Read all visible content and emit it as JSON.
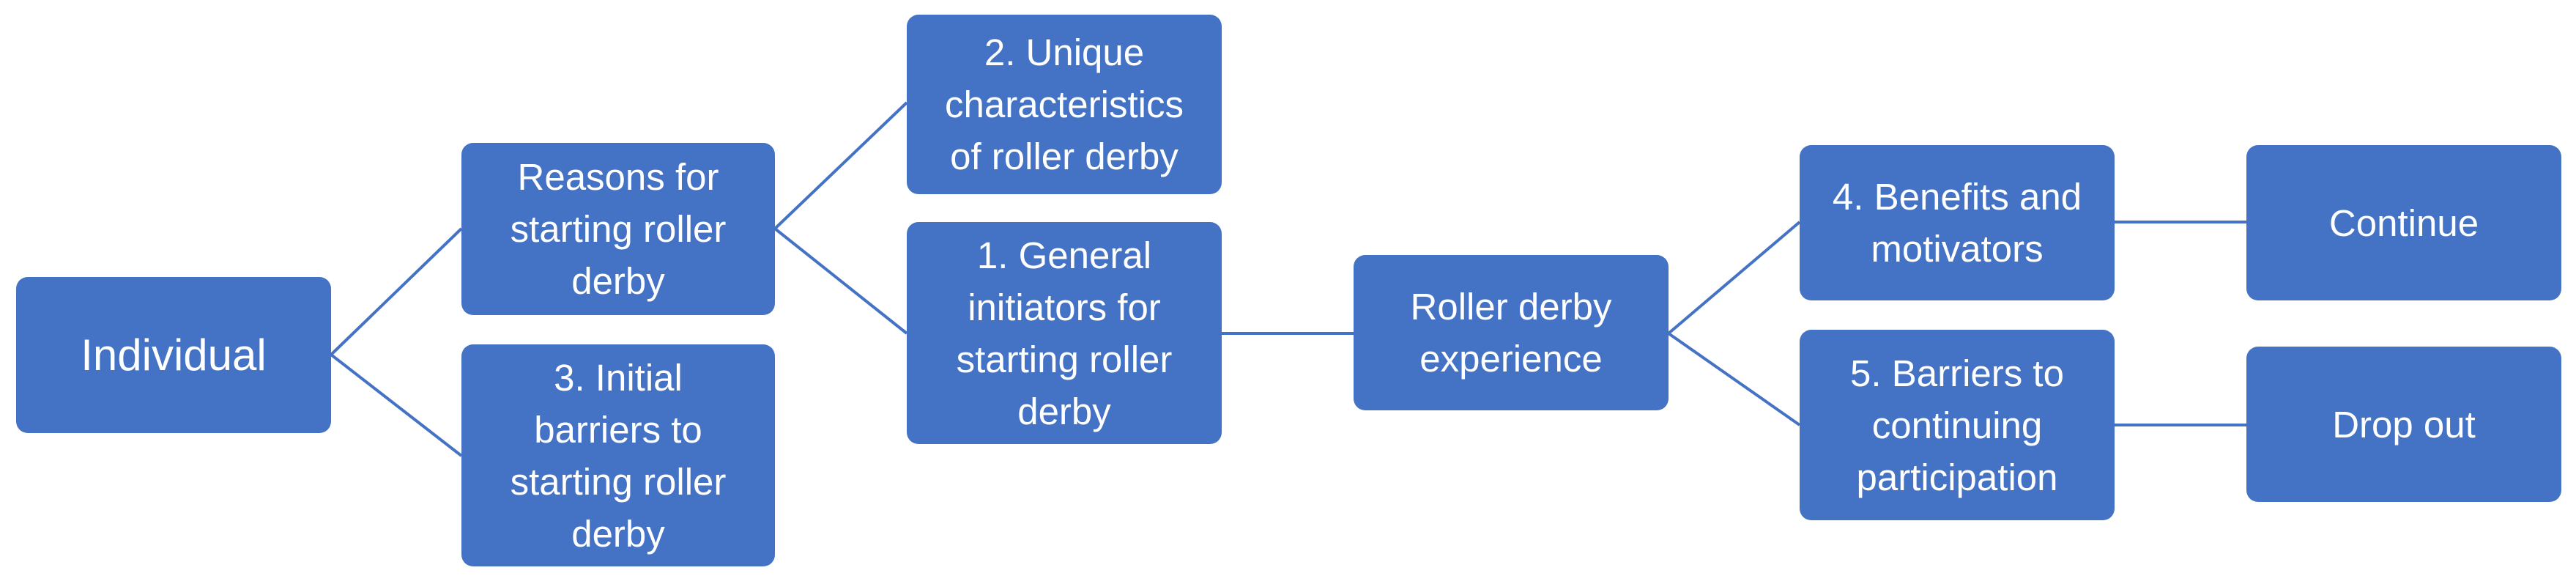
{
  "diagram": {
    "colors": {
      "node_fill": "#4472c4",
      "node_text": "#ffffff",
      "connector": "#4472c4",
      "background": "#ffffff"
    },
    "nodes": {
      "individual": "Individual",
      "reasons": "Reasons for\nstarting roller\nderby",
      "initial_barriers": "3. Initial\nbarriers to\nstarting roller\nderby",
      "unique_characteristics": "2. Unique\ncharacteristics\nof roller derby",
      "general_initiators": "1. General\ninitiators for\nstarting roller\nderby",
      "experience": "Roller derby\nexperience",
      "benefits": "4. Benefits and\nmotivators",
      "barriers_continuing": "5. Barriers to\ncontinuing\nparticipation",
      "continue": "Continue",
      "drop_out": "Drop out"
    },
    "connections": [
      [
        "individual",
        "reasons"
      ],
      [
        "individual",
        "initial_barriers"
      ],
      [
        "reasons",
        "unique_characteristics"
      ],
      [
        "reasons",
        "general_initiators"
      ],
      [
        "general_initiators",
        "experience"
      ],
      [
        "experience",
        "benefits"
      ],
      [
        "experience",
        "barriers_continuing"
      ],
      [
        "benefits",
        "continue"
      ],
      [
        "barriers_continuing",
        "drop_out"
      ]
    ]
  }
}
